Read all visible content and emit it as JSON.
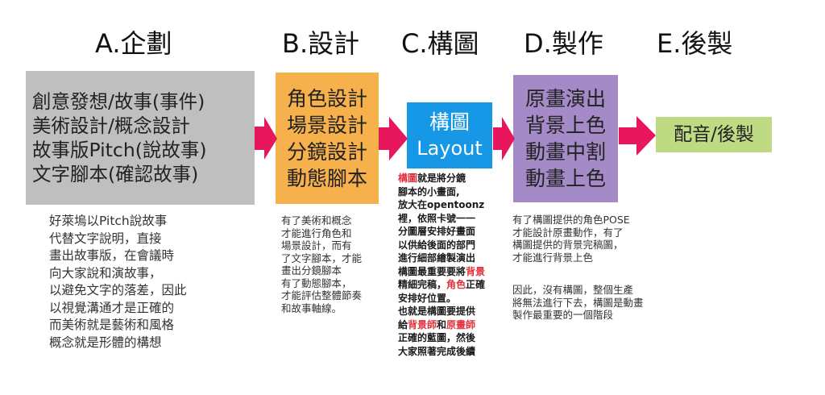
{
  "stages": {
    "a": {
      "heading": "A.企劃",
      "lines": [
        "創意發想/故事(事件)",
        "美術設計/概念設計",
        "故事版Pitch(說故事)",
        "文字腳本(確認故事)"
      ]
    },
    "b": {
      "heading": "B.設計",
      "lines": [
        "角色設計",
        "場景設計",
        "分鏡設計",
        "動態腳本"
      ]
    },
    "c": {
      "heading": "C.構圖",
      "lines": [
        "構圖",
        "Layout"
      ]
    },
    "d": {
      "heading": "D.製作",
      "lines": [
        "原畫演出",
        "背景上色",
        "動畫中割",
        "動畫上色"
      ]
    },
    "e": {
      "heading": "E.後製",
      "lines": [
        "配音/後製"
      ]
    }
  },
  "notes": {
    "a": [
      "好萊塢以Pitch說故事",
      "代替文字說明，直接",
      "畫出故事版，在會議時",
      "向大家說和演故事，",
      "以避免文字的落差，因此",
      "以視覺溝通才是正確的",
      "而美術就是藝術和風格",
      "概念就是形體的構想"
    ],
    "b": [
      "有了美術和概念",
      "才能進行角色和",
      "場景設計，而有",
      "了文字腳本，才能",
      "畫出分鏡腳本",
      "有了動態腳本，",
      "才能評估整體節奏",
      "和故事軸線。"
    ],
    "c": {
      "l1a": "構圖",
      "l1b": "就是將分鏡",
      "l2": "腳本的小畫面,",
      "l3": "放大在opentoonz",
      "l4": "裡，依照卡號一一",
      "l5": "分圖層安排好畫面",
      "l6": "以供給後面的部門",
      "l7": "進行細部繪製演出",
      "l8a": "構圖最重要要將",
      "l8b": "背景",
      "l9a": "精細完稿，",
      "l9b": "角色",
      "l9c": "正確",
      "l10": "安排好位置。",
      "l11": "也就是構圖要提供",
      "l12a": "給",
      "l12b": "背景師",
      "l12c": "和",
      "l12d": "原畫師",
      "l13": "正確的藍圖，然後",
      "l14": "大家照著完成後續"
    },
    "d1": [
      "有了構圖提供的角色POSE",
      "才能設計原畫動作，有了",
      "構圖提供的背景完稿圖，",
      "才能進行背景上色"
    ],
    "d2": [
      "因此，沒有構圖，整個生產",
      "將無法進行下去，構圖是動畫",
      "製作最重要的一個階段"
    ]
  },
  "colors": {
    "gray": "#bfbfbf",
    "orange": "#f6b04c",
    "blue": "#1798e6",
    "purple": "#a48ac6",
    "green": "#bedb84",
    "arrow": "#e8175d",
    "highlight": "#e0303a"
  }
}
